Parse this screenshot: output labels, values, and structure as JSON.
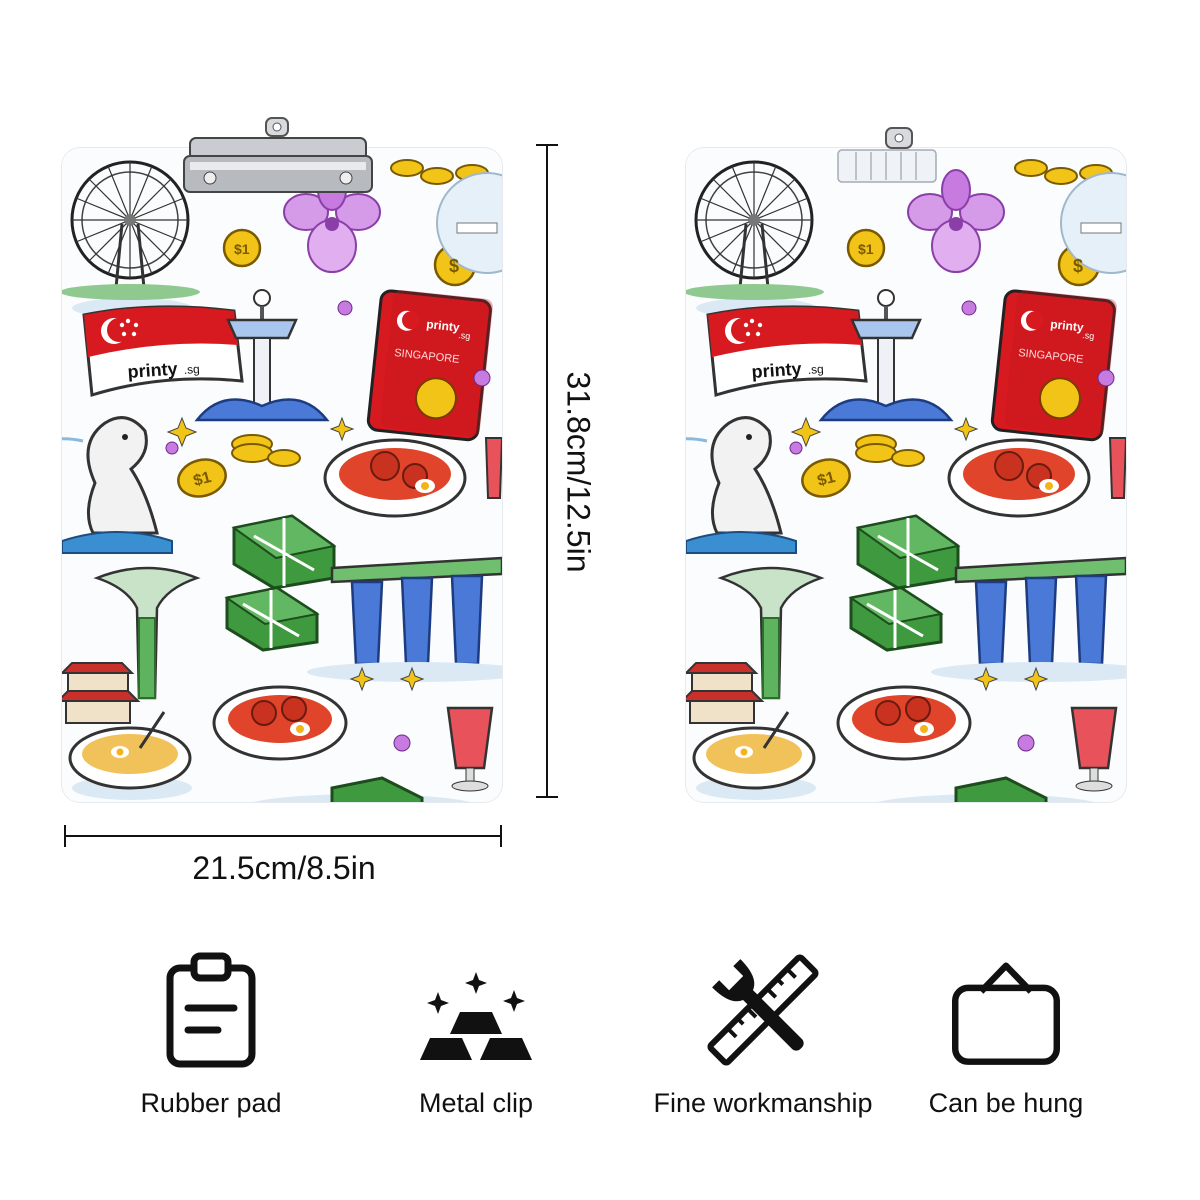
{
  "dimensions": {
    "width_label": "21.5cm/8.5in",
    "height_label": "31.8cm/12.5in"
  },
  "board_prints": {
    "flag_brand": "printy",
    "flag_domain": ".sg",
    "passport_brand": "printy",
    "passport_domain": ".sg",
    "passport_title": "SINGAPORE",
    "coin_label": "$1",
    "coin_symbol": "$"
  },
  "features": [
    {
      "label": "Rubber pad",
      "icon": "clipboard-icon"
    },
    {
      "label": "Metal clip",
      "icon": "gold-bars-icon"
    },
    {
      "label": "Fine workmanship",
      "icon": "wrench-ruler-icon"
    },
    {
      "label": "Can be hung",
      "icon": "hanging-frame-icon"
    }
  ],
  "colors": {
    "flag_red": "#d71920",
    "gold": "#f2c418",
    "orchid": "#c77be0",
    "sky_blue": "#4a79d8",
    "leaf_green": "#2e8b2e"
  }
}
